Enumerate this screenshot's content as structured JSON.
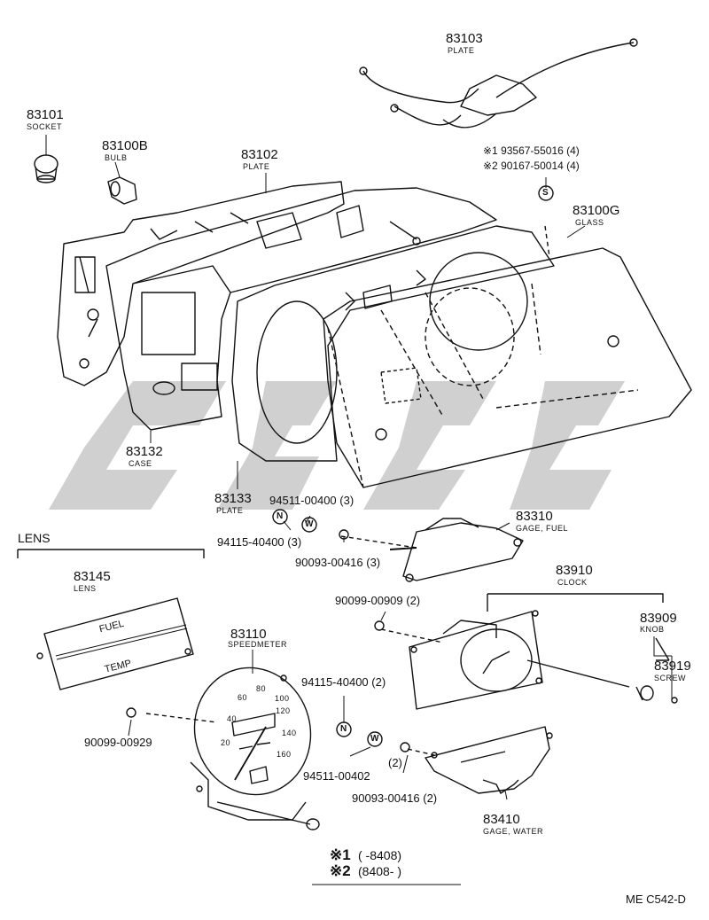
{
  "labels": {
    "p83103": "83103",
    "p83103_name": "PLATE",
    "p83101": "83101",
    "p83101_name": "SOCKET",
    "p83100B": "83100B",
    "p83100B_name": "BULB",
    "p83102": "83102",
    "p83102_name": "PLATE",
    "note1": "※1 93567-55016 (4)",
    "note2": "※2 90167-50014 (4)",
    "screw_mark": "S",
    "p83100G": "83100G",
    "p83100G_name": "GLASS",
    "p83132": "83132",
    "p83132_name": "CASE",
    "p83133": "83133",
    "p83133_name": "PLATE",
    "p94511_a": "94511-00400 (3)",
    "p94115_a": "94115-40400 (3)",
    "p90093_a": "90093-00416 (3)",
    "p83310": "83310",
    "p83310_name": "GAGE, FUEL",
    "lens_header": "LENS",
    "p83145": "83145",
    "p83145_name": "LENS",
    "lens_fuel": "FUEL",
    "lens_temp": "TEMP",
    "p83910": "83910",
    "p83910_name": "CLOCK",
    "p90099_909": "90099-00909 (2)",
    "p83909": "83909",
    "p83909_name": "KNOB",
    "p83919": "83919",
    "p83919_name": "SCREW",
    "p83110": "83110",
    "p83110_name": "SPEEDMETER",
    "p94115_b": "94115-40400 (2)",
    "p90099_929": "90099-00929",
    "p94511_b": "94511-00402",
    "qty2": "(2)",
    "p90093_b": "90093-00416 (2)",
    "p83410": "83410",
    "p83410_name": "GAGE, WATER",
    "mark_n": "N",
    "mark_w": "W",
    "legend1_mark": "※1",
    "legend1_range": "(        -8408)",
    "legend2_mark": "※2",
    "legend2_range": "(8408-          )",
    "doc_code": "ME C542-D",
    "speedo_ticks": [
      "20",
      "40",
      "60",
      "80",
      "100",
      "120",
      "140",
      "160"
    ]
  },
  "colors": {
    "ink": "#111111",
    "watermark": "#c8c8c8",
    "paper": "#ffffff"
  }
}
